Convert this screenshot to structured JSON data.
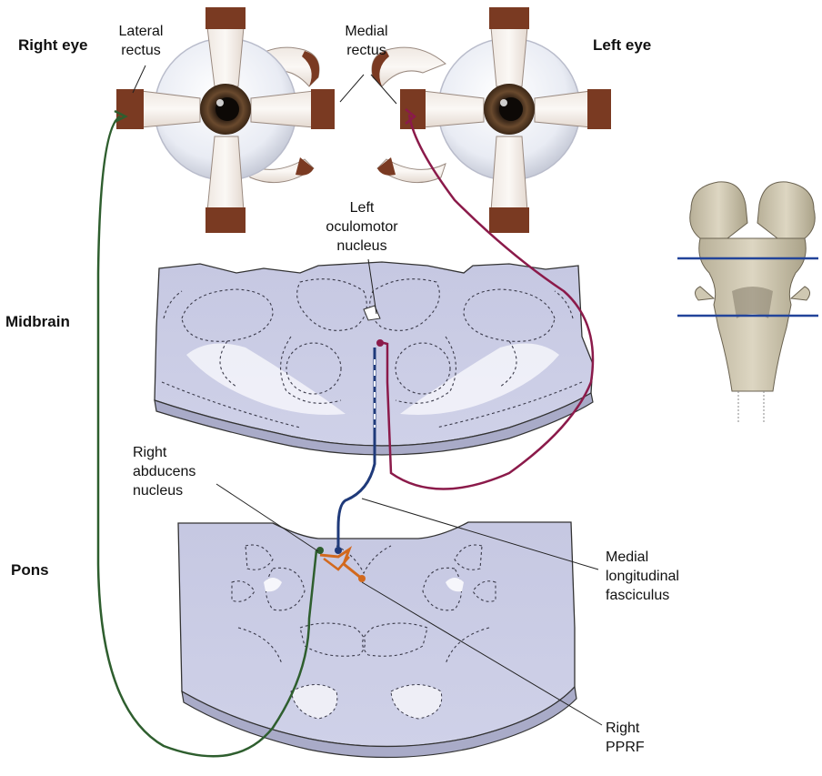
{
  "labels": {
    "right_eye": "Right eye",
    "left_eye": "Left eye",
    "lateral_rectus": [
      "Lateral",
      "rectus"
    ],
    "medial_rectus": [
      "Medial",
      "rectus"
    ],
    "left_oculomotor_nucleus": [
      "Left",
      "oculomotor",
      "nucleus"
    ],
    "midbrain": "Midbrain",
    "pons": "Pons",
    "right_abducens_nucleus": [
      "Right",
      "abducens",
      "nucleus"
    ],
    "mlf": [
      "Medial",
      "longitudinal",
      "fasciculus"
    ],
    "right_pprf": [
      "Right",
      "PPRF"
    ]
  },
  "colors": {
    "abducens_pathway": "#2e5e2e",
    "oculomotor_pathway": "#8b1a4a",
    "mlf_pathway": "#1f3a7a",
    "pprf": "#d2691e",
    "section_fill": "#c9cbe3",
    "muscle": "#7a3a22",
    "iris": "#5a3a22",
    "level_line": "#22449a"
  }
}
